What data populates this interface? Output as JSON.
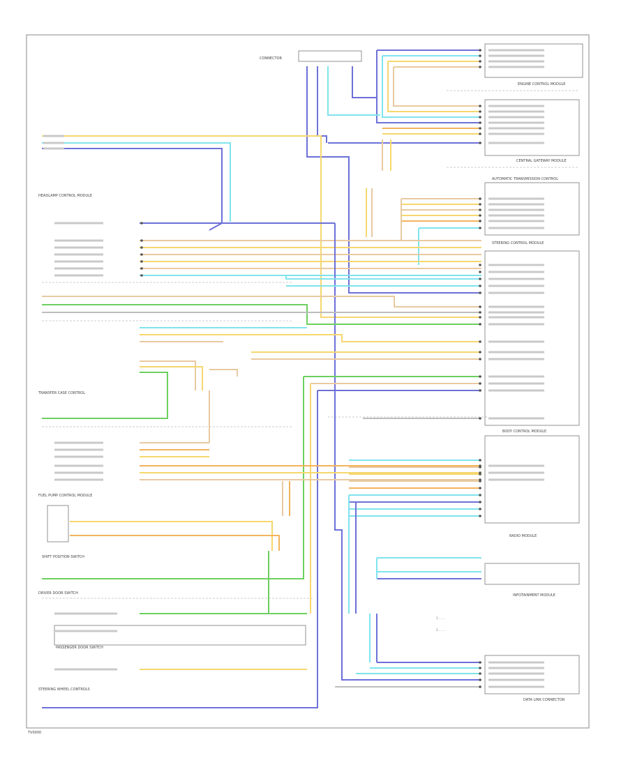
{
  "footer": {
    "code": "TV0000"
  },
  "components": {
    "module_left_1": "HEADLAMP CONTROL MODULE",
    "connector_top": "CONNECTOR",
    "engine_control": "ENGINE CONTROL MODULE",
    "central_gateway": "CENTRAL GATEWAY MODULE",
    "auto_transmission": "AUTOMATIC TRANSMISSION CONTROL",
    "steering_control": "STEERING CONTROL MODULE",
    "body_control": "BODY CONTROL MODULE",
    "transfer_case": "TRANSFER CASE CONTROL",
    "fuel_pump": "FUEL PUMP CONTROL MODULE",
    "shift_position": "SHIFT POSITION SWITCH",
    "driver_door_switch": "DRIVER DOOR SWITCH",
    "passenger_door_switch": "PASSENGER DOOR SWITCH",
    "steering_wheel_controls": "STEERING WHEEL CONTROLS",
    "radio_module": "RADIO MODULE",
    "infotainment": "INFOTAINMENT MODULE",
    "data_link": "DATA LINK CONNECTOR"
  },
  "legend": {
    "item1": "1 ... ...",
    "item2": "2 ... ..."
  },
  "colors": {
    "yellow": "#f5d76e",
    "tan": "#e8c9a0",
    "cyan": "#7fe3ec",
    "blue": "#6d70d8",
    "green": "#6ccf5f",
    "gray": "#bdbdbd",
    "orange": "#f2b35c"
  }
}
